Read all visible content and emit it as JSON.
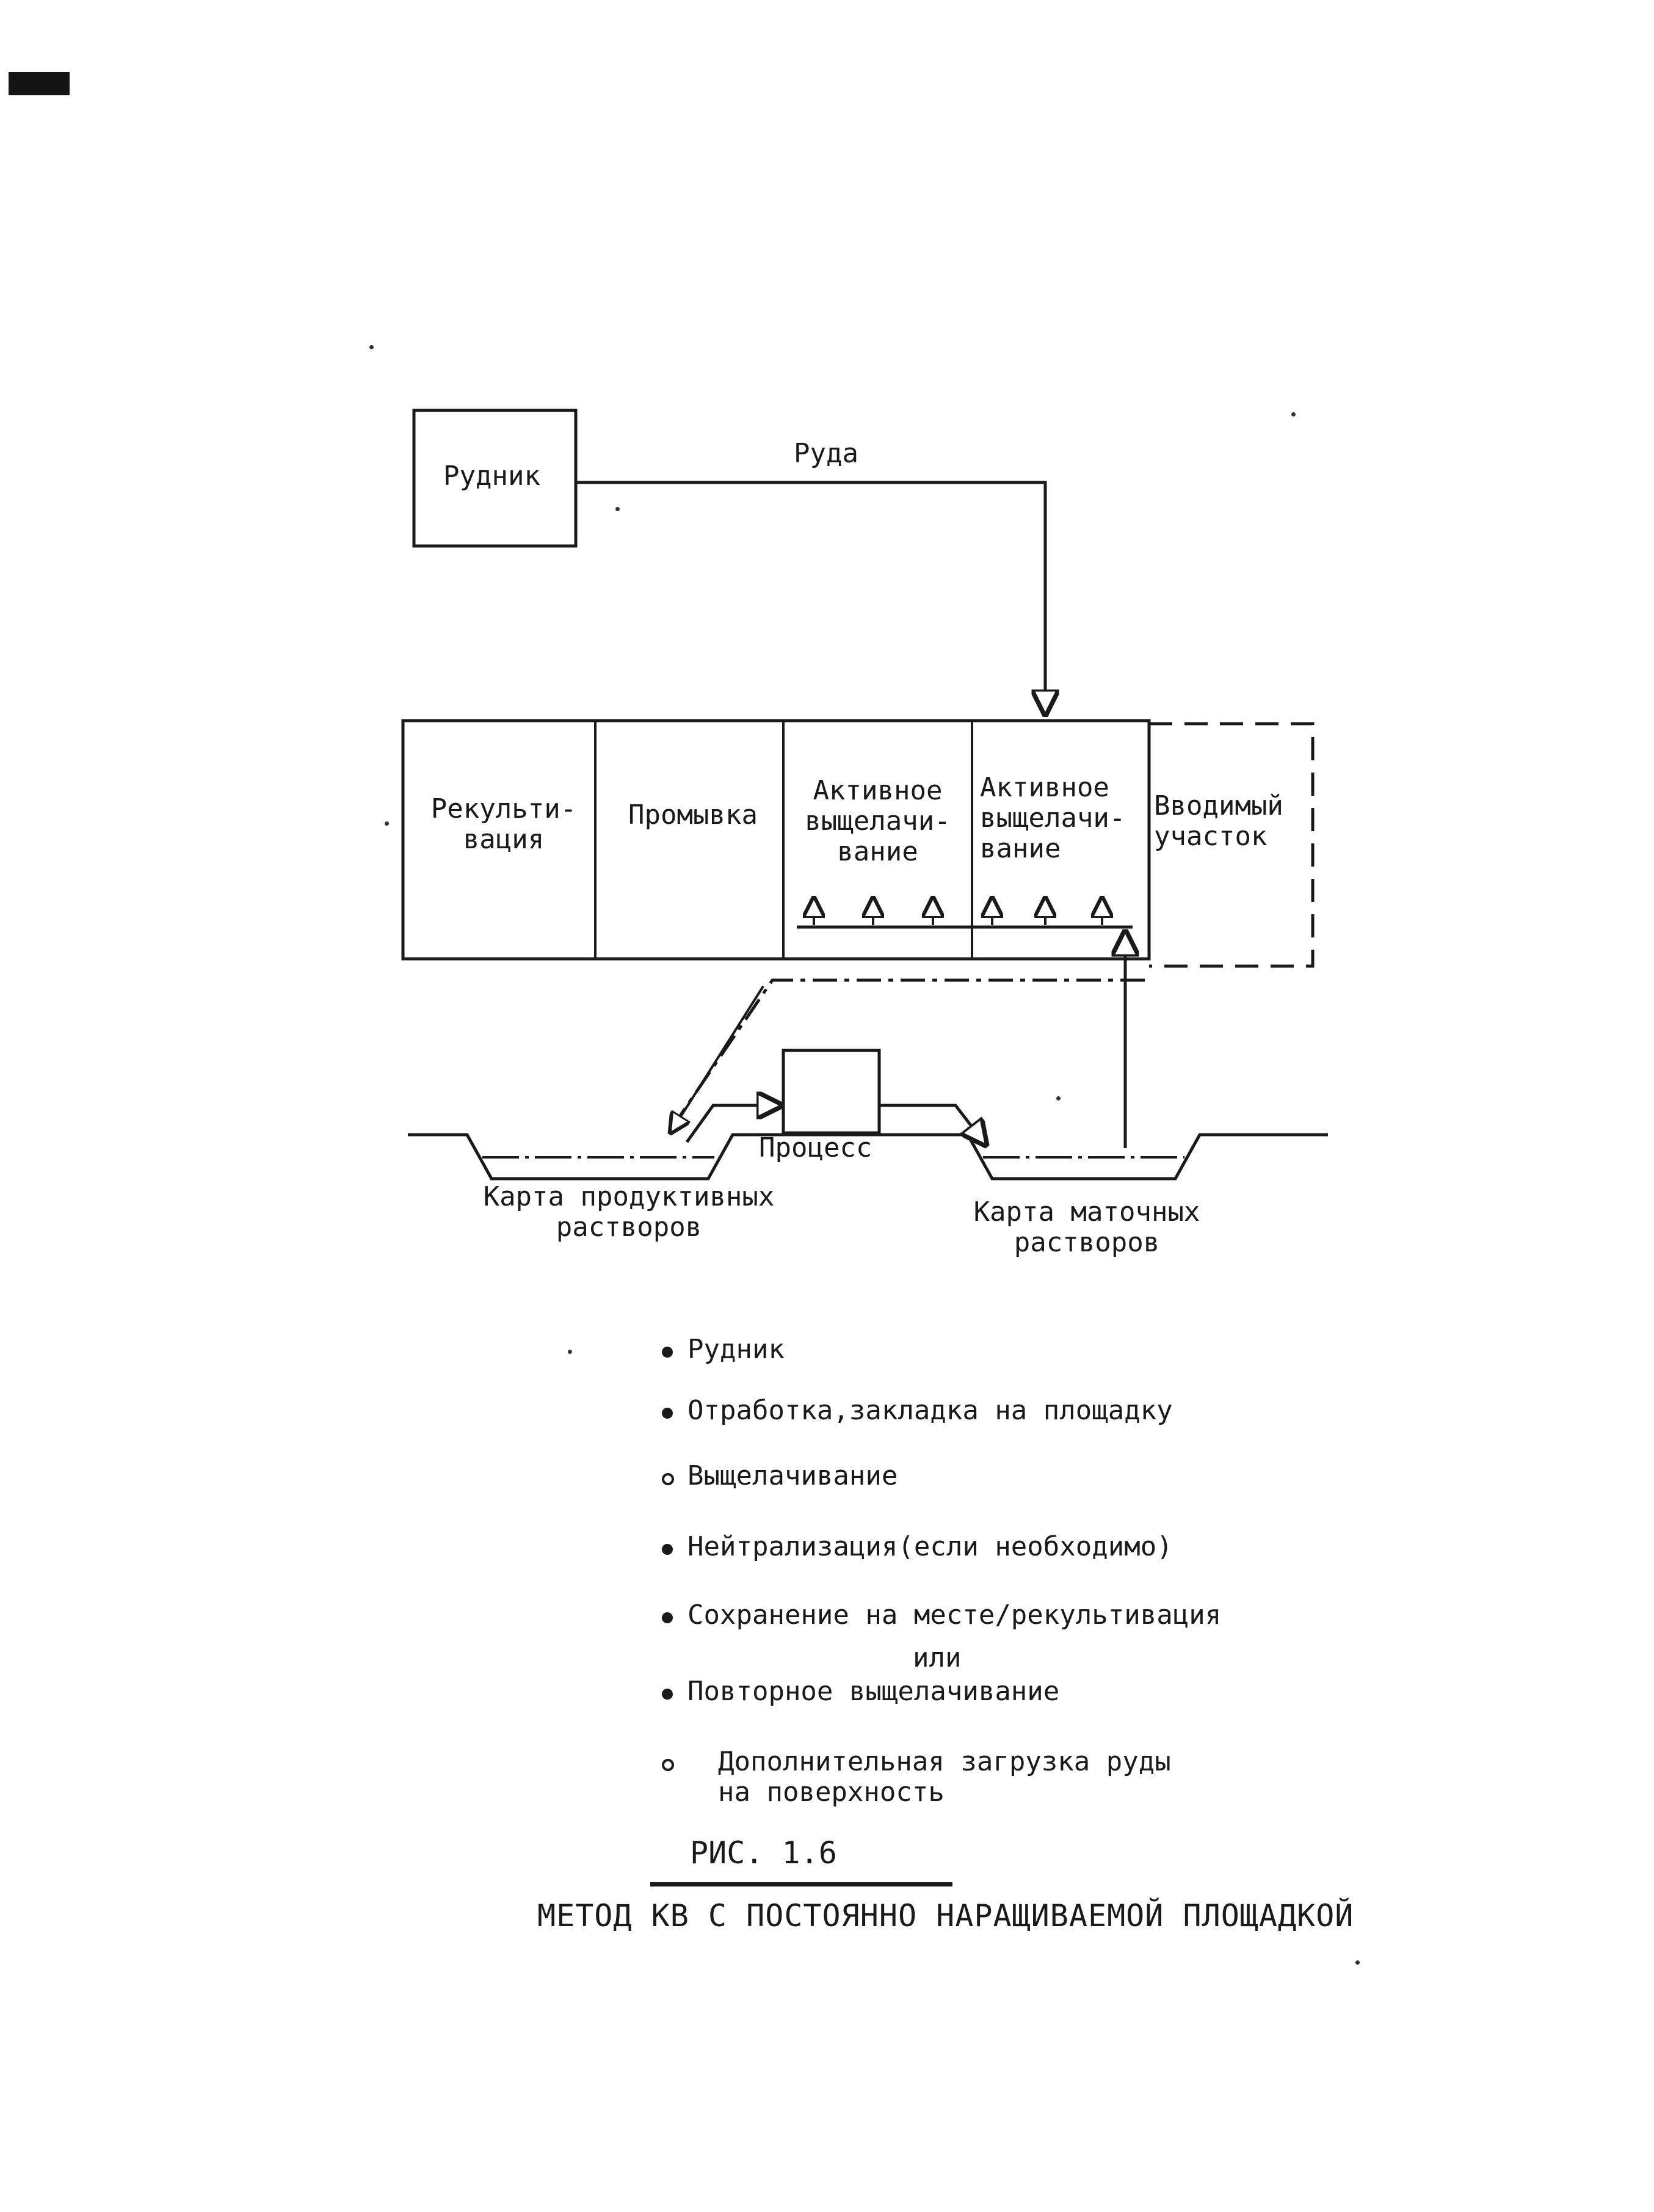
{
  "diagram": {
    "mine_box_label": "Рудник",
    "ore_flow_label": "Руда",
    "sections": [
      {
        "id": "reclamation",
        "label": "Рекульти-\nвация"
      },
      {
        "id": "rinsing",
        "label": "Промывка"
      },
      {
        "id": "active_leach_1",
        "label": "Активное\nвыщелачи-\nвание"
      },
      {
        "id": "active_leach_2",
        "label": "Активное\nвыщелачи-\nвание"
      },
      {
        "id": "new_section",
        "label": "Вводимый\nучасток"
      }
    ],
    "process_label": "Процесс",
    "pregnant_pond_label": "Карта продуктивных\nрастворов",
    "barren_pond_label": "Карта маточных\nрастворов"
  },
  "legend": {
    "items": [
      {
        "label": "Рудник",
        "bullet": "filled-dot"
      },
      {
        "label": "Отработка,закладка на площадку",
        "bullet": "filled-dot"
      },
      {
        "label": "Выщелачивание",
        "bullet": "hollow-dot"
      },
      {
        "label": "Нейтрализация(если необходимо)",
        "bullet": "filled-dot"
      },
      {
        "label": "Сохранение на месте/рекультивация",
        "bullet": "filled-dot"
      },
      {
        "label": "Повторное выщелачивание",
        "bullet": "filled-dot"
      },
      {
        "label": "Дополнительная загрузка руды\nна поверхность",
        "bullet": "hollow-dot"
      }
    ],
    "or_label": "или"
  },
  "figure": {
    "label": "РИС. 1.6",
    "caption": "МЕТОД КВ С ПОСТОЯННО НАРАЩИВАЕМОЙ ПЛОЩАДКОЙ"
  },
  "colors": {
    "ink": "#1a1a1a",
    "paper": "#ffffff"
  }
}
